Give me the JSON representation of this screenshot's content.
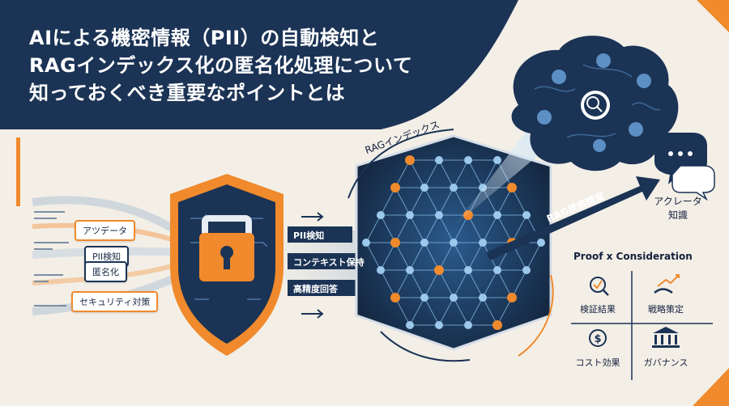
{
  "title": {
    "line1": "AIによる機密情報（PII）の自動検知と",
    "line2": "RAGインデックス化の匿名化処理について",
    "line3": "知っておくべき重要なポイントとは"
  },
  "left_tags": [
    "アツデータ",
    "PII検知",
    "匿名化",
    "セキュリティ対策"
  ],
  "flow_bars": [
    "PII検知",
    "コンテキスト保持",
    "高精度回答"
  ],
  "rag_index_label": "RAGインデックス",
  "rag_accuracy_label": "RAG検索精度",
  "output_label_line1": "アクレータ",
  "output_label_line2": "知識",
  "matrix": {
    "title": "Proof x Consideration",
    "cells": [
      "検証結果",
      "戦略策定",
      "コスト効果",
      "ガバナンス"
    ]
  },
  "icons": [
    "shield-lock-icon",
    "brain-search-icon",
    "chat-bubbles-icon",
    "magnifier-check-icon",
    "growth-handshake-icon",
    "dollar-coin-icon",
    "bank-building-icon"
  ],
  "colors": {
    "navy": "#1b3355",
    "orange": "#f08a2c",
    "light_blue": "#7fb6e0",
    "background": "#f3efe7"
  }
}
